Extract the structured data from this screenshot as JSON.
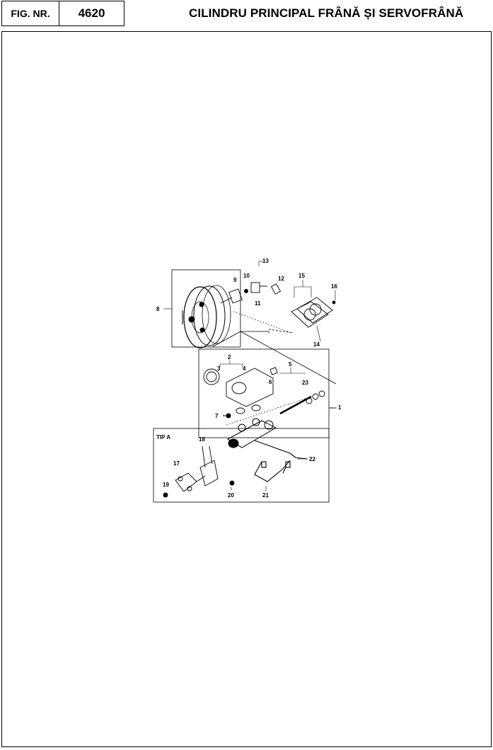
{
  "header": {
    "fig_label": "FIG. NR.",
    "fig_number": "4620",
    "title": "CILINDRU PRINCIPAL FRÂNĂ ȘI SERVOFRÂNĂ"
  },
  "diagram": {
    "tip_label": "TIP A",
    "callouts": {
      "c1": "1",
      "c2": "2",
      "c3": "3",
      "c4": "4",
      "c5": "5",
      "c6": "6",
      "c7": "7",
      "c8": "8",
      "c9": "9",
      "c10": "10",
      "c11": "11",
      "c12": "12",
      "c13": "13",
      "c14": "14",
      "c15": "15",
      "c16": "16",
      "c17": "17",
      "c18": "18",
      "c19": "19",
      "c20": "20",
      "c21": "21",
      "c22": "22",
      "c23": "23"
    }
  }
}
